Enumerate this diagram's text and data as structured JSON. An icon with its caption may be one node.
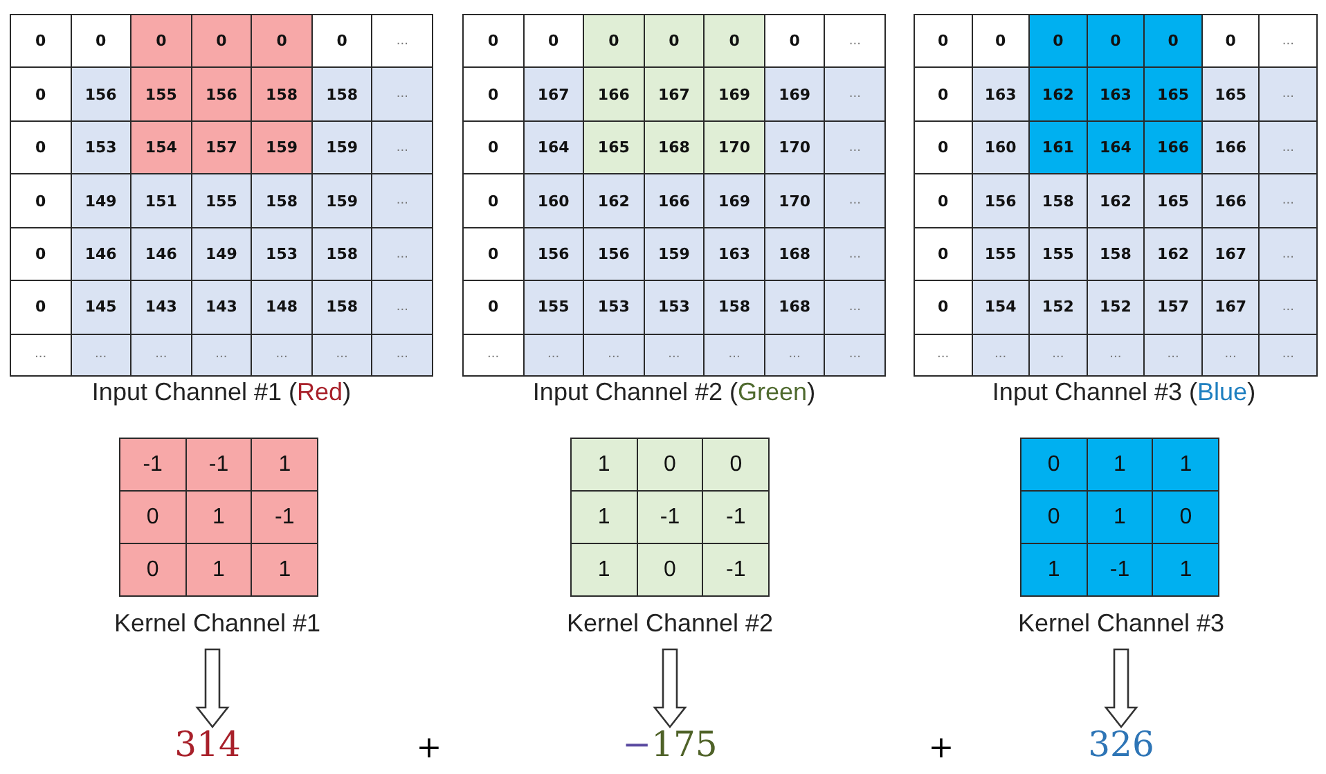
{
  "diagram": {
    "nodes": [
      {
        "text": [
          "Kernel Channel #1"
        ]
      },
      {
        "text": [
          "314"
        ]
      },
      {
        "text": [
          "Kernel Channel #2"
        ]
      },
      {
        "text": [
          "−175"
        ]
      },
      {
        "text": [
          "Kernel Channel #3"
        ]
      },
      {
        "text": [
          "326"
        ]
      }
    ],
    "edges": [
      {
        "from": 0,
        "to": 1,
        "arrow": "to"
      },
      {
        "from": 2,
        "to": 3,
        "arrow": "to"
      },
      {
        "from": 4,
        "to": 5,
        "arrow": "to"
      }
    ],
    "labels": [
      "0",
      "0",
      "0",
      "0",
      "0",
      "0",
      "...",
      "0",
      "156",
      "155",
      "156",
      "158",
      "158",
      "...",
      "0",
      "153",
      "154",
      "157",
      "159",
      "159",
      "...",
      "0",
      "149",
      "151",
      "155",
      "158",
      "159",
      "...",
      "0",
      "146",
      "146",
      "149",
      "153",
      "158",
      "...",
      "0",
      "145",
      "143",
      "143",
      "148",
      "158",
      "...",
      "...",
      "...",
      "...",
      "...",
      "...",
      "...",
      "...",
      "Input Channel #1 (Red)",
      "0",
      "0",
      "0",
      "0",
      "0",
      "0",
      "...",
      "0",
      "167",
      "166",
      "167",
      "169",
      "169",
      "...",
      "0",
      "164",
      "165",
      "168",
      "170",
      "170",
      "...",
      "0",
      "160",
      "162",
      "166",
      "169",
      "170",
      "...",
      "0",
      "156",
      "156",
      "159",
      "163",
      "168",
      "...",
      "0",
      "155",
      "153",
      "153",
      "158",
      "168",
      "...",
      "...",
      "...",
      "...",
      "...",
      "...",
      "...",
      "...",
      "Input Channel #2 (Green)",
      "0",
      "0",
      "0",
      "0",
      "0",
      "0",
      "...",
      "0",
      "163",
      "162",
      "163",
      "165",
      "165",
      "...",
      "0",
      "160",
      "161",
      "164",
      "166",
      "166",
      "...",
      "0",
      "156",
      "158",
      "162",
      "165",
      "166",
      "...",
      "0",
      "155",
      "155",
      "158",
      "162",
      "167",
      "...",
      "0",
      "154",
      "152",
      "152",
      "157",
      "167",
      "...",
      "...",
      "...",
      "...",
      "...",
      "...",
      "...",
      "...",
      "Input Channel #3 (Blue)",
      "-1",
      "-1",
      "1",
      "0",
      "1",
      "-1",
      "0",
      "1",
      "1",
      "1",
      "0",
      "0",
      "1",
      "-1",
      "-1",
      "1",
      "0",
      "-1",
      "0",
      "1",
      "1",
      "0",
      "1",
      "0",
      "1",
      "-1",
      "1",
      "+",
      "+"
    ]
  }
}
